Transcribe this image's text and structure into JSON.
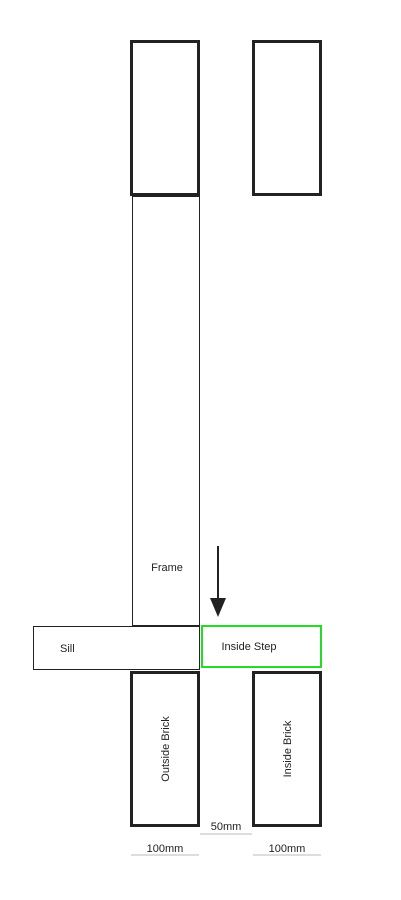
{
  "labels": {
    "frame": "Frame",
    "sill": "Sill",
    "inside_step": "Inside Step",
    "outside_brick": "Outside Brick",
    "inside_brick": "Inside Brick",
    "gap_dimension": "50mm",
    "outside_brick_width": "100mm",
    "inside_brick_width": "100mm"
  },
  "colors": {
    "outline": "#222222",
    "highlight": "#22dd22",
    "dimension_line": "#bbbbbb"
  }
}
